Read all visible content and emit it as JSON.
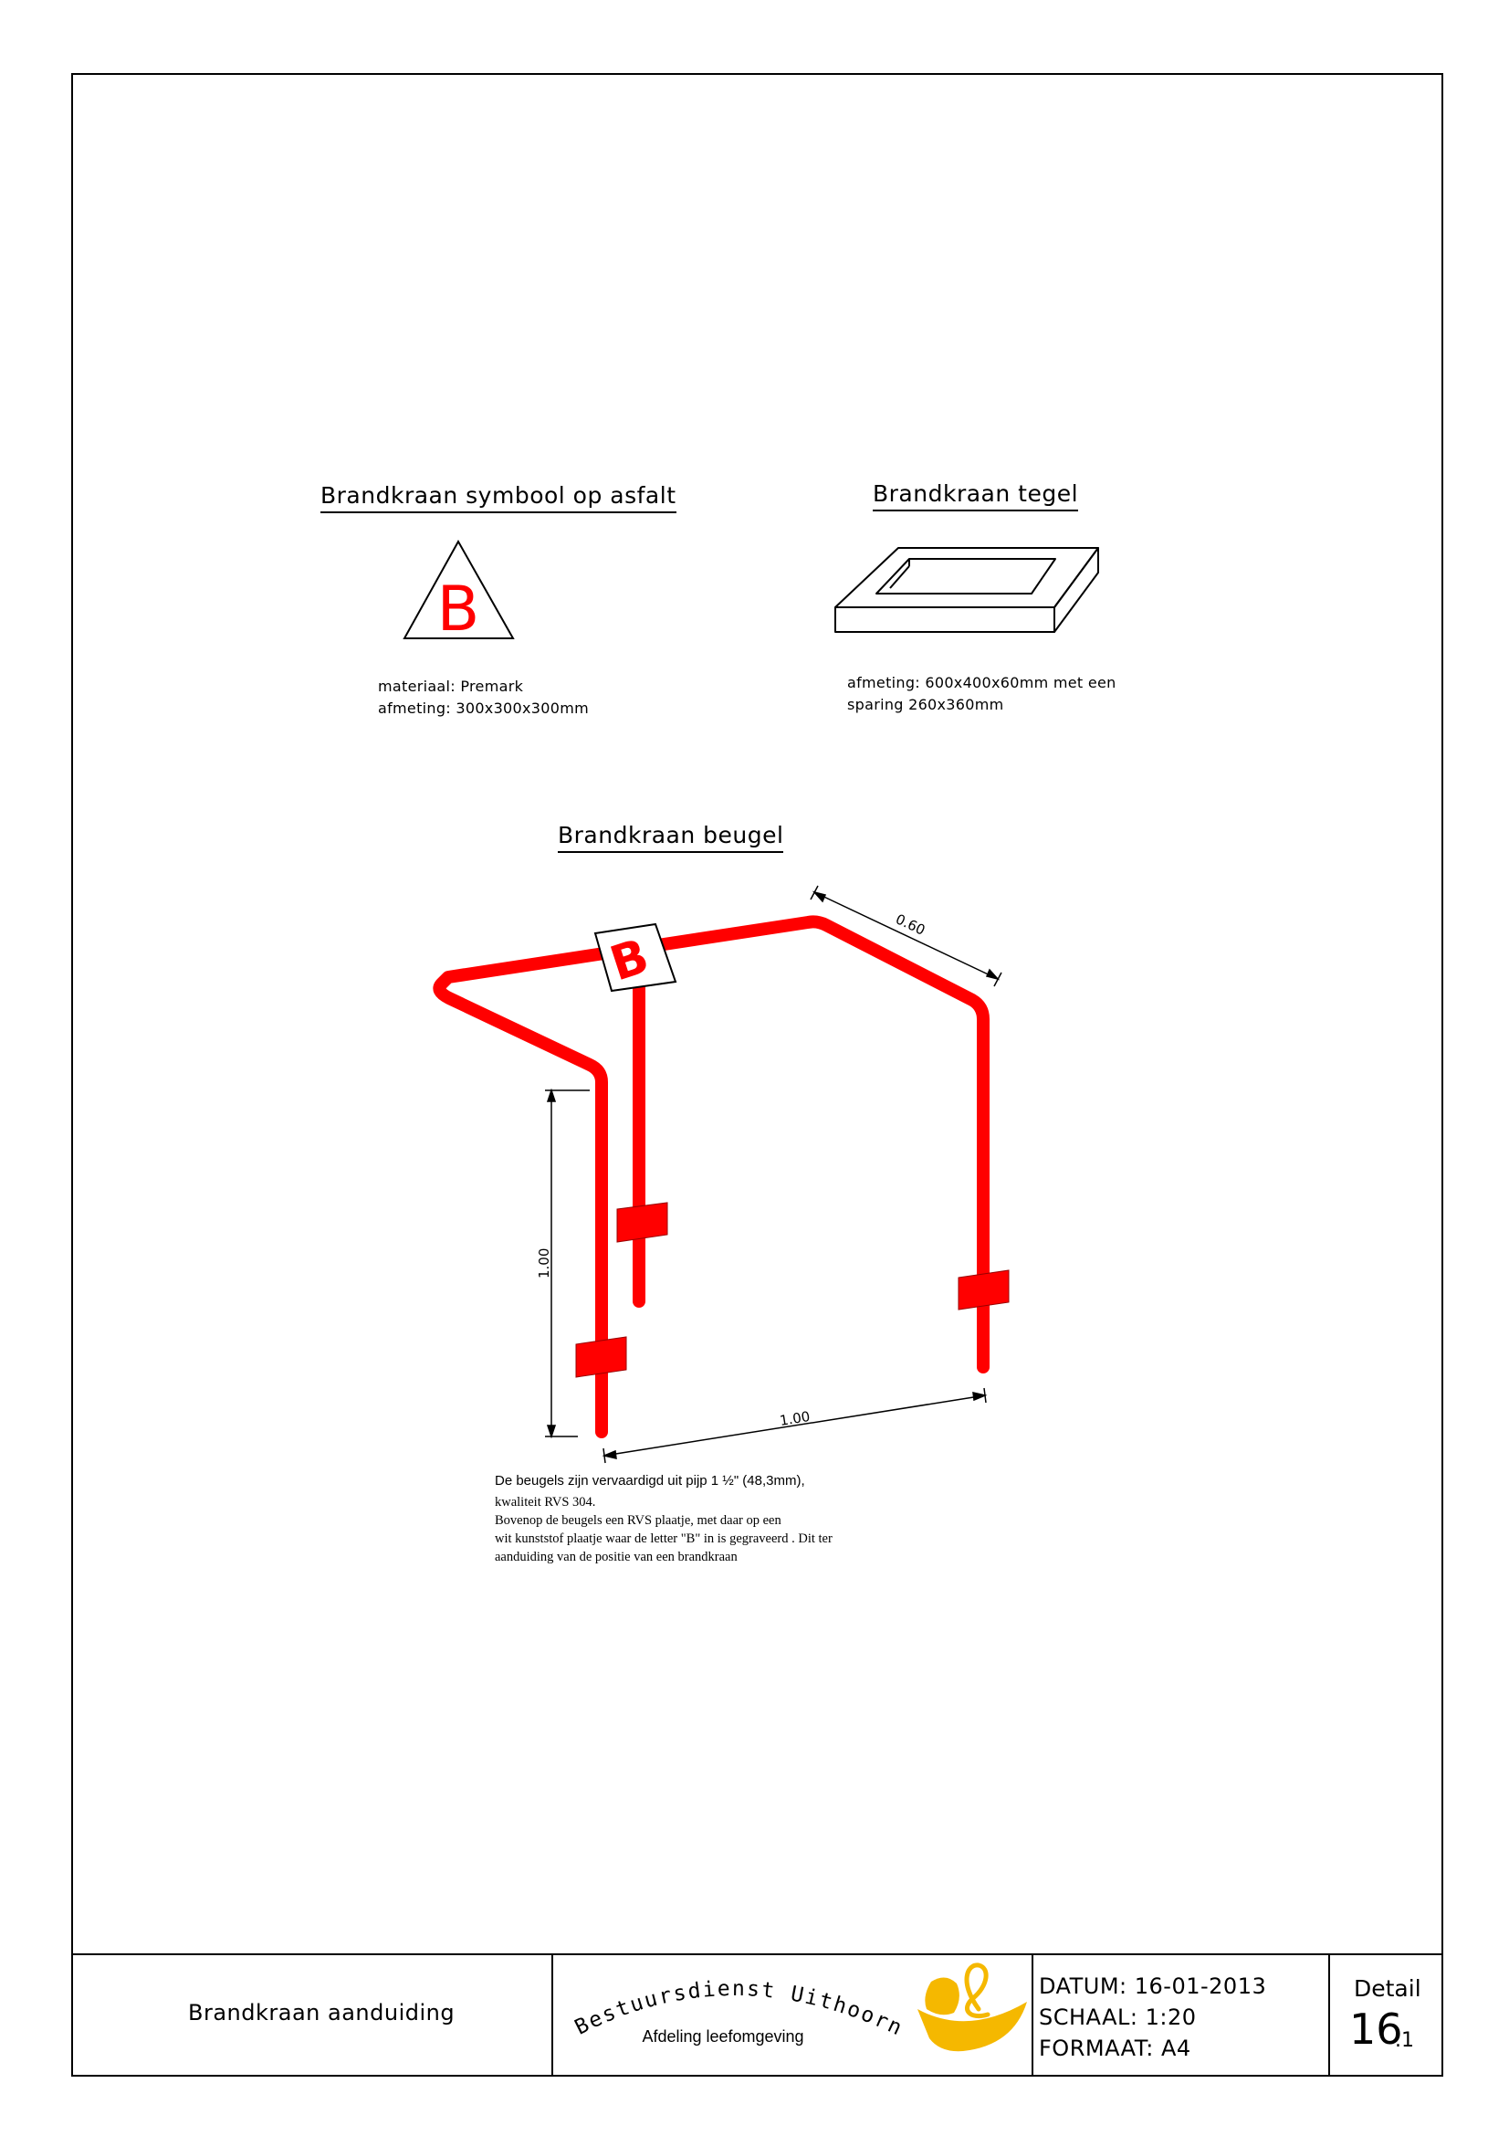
{
  "symbol": {
    "heading": "Brandkraan symbool op asfalt",
    "letter": "B",
    "material": "materiaal: Premark",
    "size": "afmeting: 300x300x300mm"
  },
  "tile": {
    "heading": "Brandkraan tegel",
    "line1": "afmeting: 600x400x60mm met een",
    "line2": "sparing 260x360mm"
  },
  "bracket": {
    "heading": "Brandkraan beugel",
    "plate_letter": "B",
    "dim_top": "0.60",
    "dim_height": "1.00",
    "dim_width": "1.00",
    "desc_line1": "De beugels zijn vervaardigd uit pijp 1 ½\" (48,3mm),",
    "desc_line2": "kwaliteit RVS 304.",
    "desc_line3": "Bovenop de beugels een RVS plaatje, met daar op een",
    "desc_line4": "wit kunststof plaatje waar de letter \"B\" in is gegraveerd . Dit ter",
    "desc_line5": "aanduiding van de positie van een brandkraan"
  },
  "colors": {
    "red": "#ff0000",
    "logo_yellow": "#f5b800"
  },
  "titleblock": {
    "title": "Brandkraan aanduiding",
    "org_name": "Bestuursdienst Uithoorn",
    "department": "Afdeling leefomgeving",
    "date": "DATUM: 16-01-2013",
    "scale": "SCHAAL: 1:20",
    "format": "FORMAAT: A4",
    "detail_label": "Detail",
    "detail_number": "16",
    "detail_sub": ".1"
  }
}
